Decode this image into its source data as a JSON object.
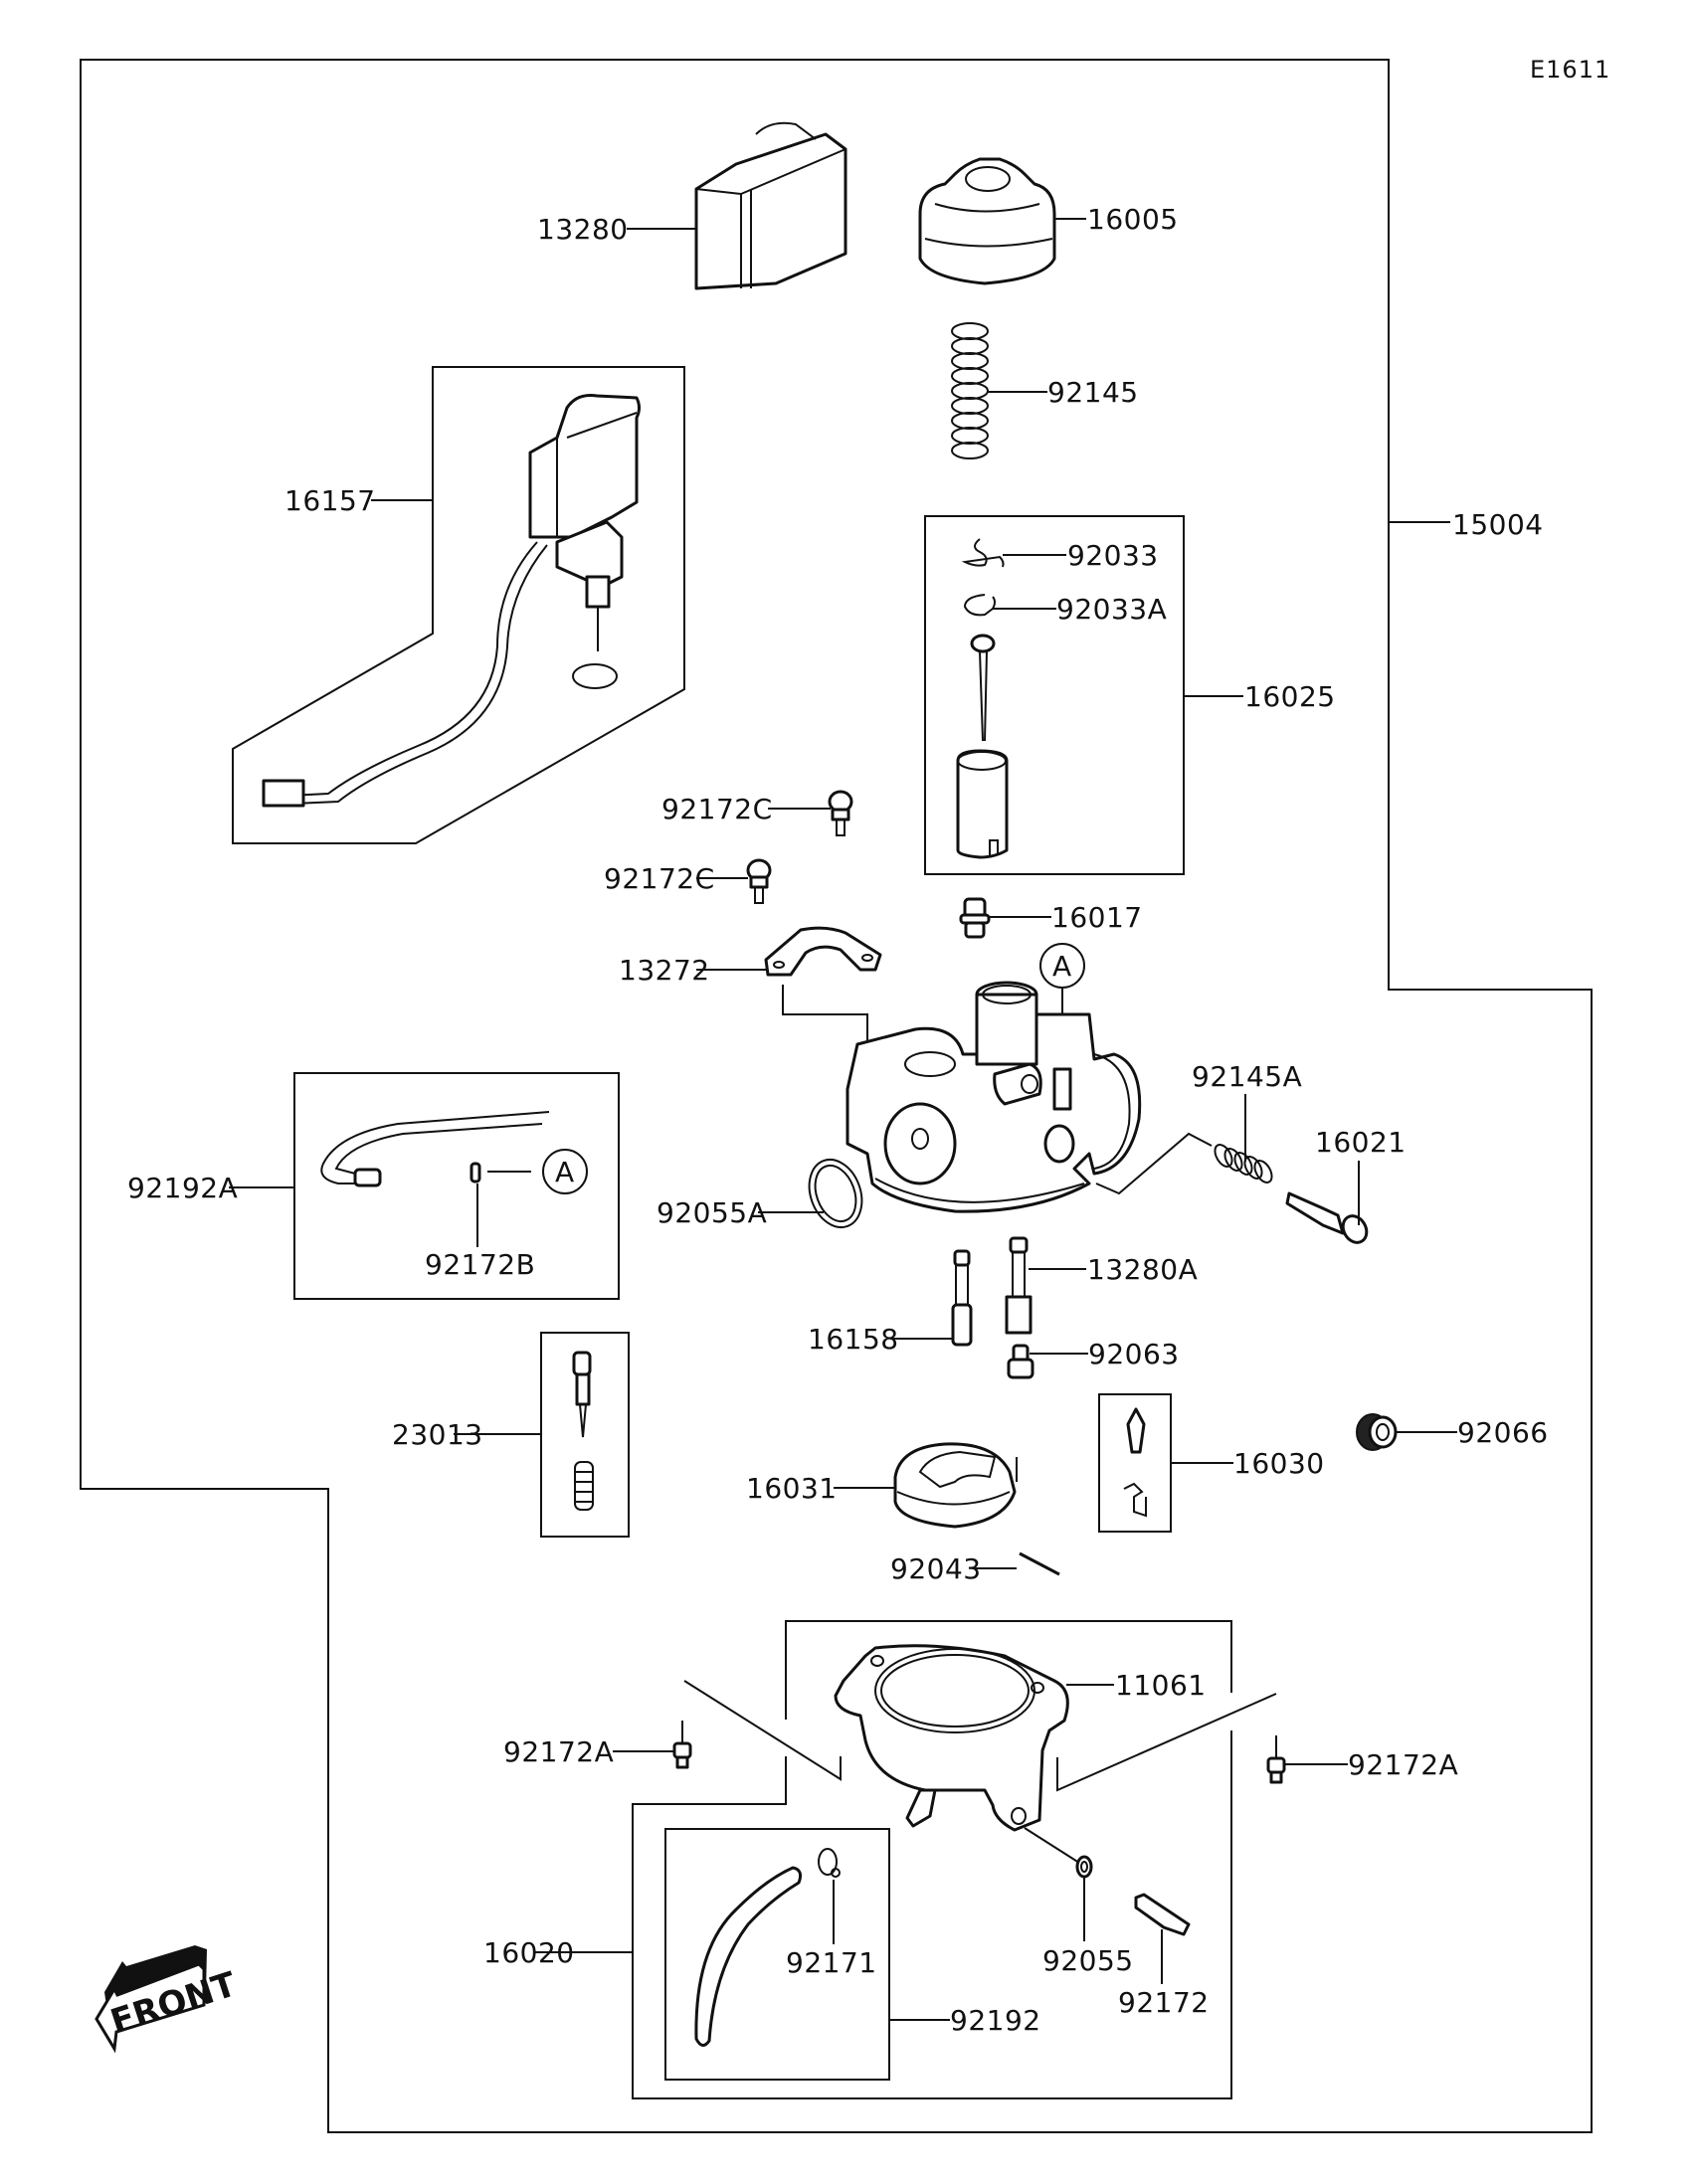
{
  "diagram": {
    "code": "E1611",
    "assembly_label": "15004",
    "front_label": "FRONT",
    "reference_marker": "A",
    "parts": {
      "p13280": "13280",
      "p16005": "16005",
      "p92145": "92145",
      "p16157": "16157",
      "p92033": "92033",
      "p92033A": "92033A",
      "p16025": "16025",
      "p92172C_1": "92172C",
      "p92172C_2": "92172C",
      "p16017": "16017",
      "p13272": "13272",
      "p92145A": "92145A",
      "p16021": "16021",
      "p92192A": "92192A",
      "p92172B": "92172B",
      "p92055A": "92055A",
      "p13280A": "13280A",
      "p16158": "16158",
      "p92063": "92063",
      "p23013": "23013",
      "p16030": "16030",
      "p92066": "92066",
      "p16031": "16031",
      "p92043": "92043",
      "p11061": "11061",
      "p92172A_1": "92172A",
      "p92172A_2": "92172A",
      "p16020": "16020",
      "p92171": "92171",
      "p92055": "92055",
      "p92172": "92172",
      "p92192": "92192"
    }
  }
}
